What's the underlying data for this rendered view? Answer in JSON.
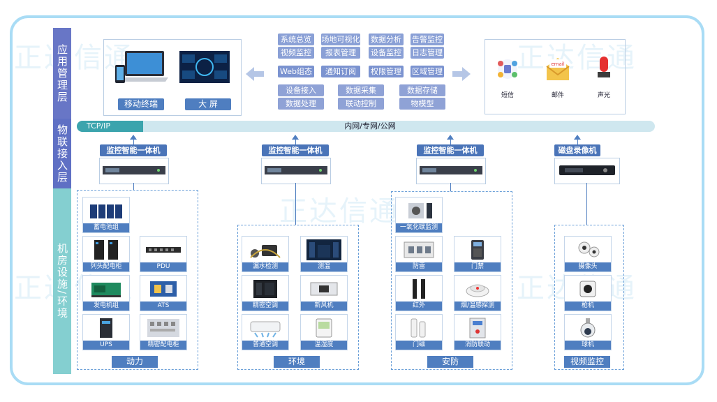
{
  "watermark": "正达信通",
  "layers": {
    "app": "应用管理层",
    "iot": "物联接入层",
    "room": "机房设施/环境"
  },
  "app_terminals": {
    "mobile": "移动终端",
    "screen": "大 屏"
  },
  "functions": {
    "row1": [
      "系统总览",
      "场地可视化",
      "数据分析",
      "告警监控"
    ],
    "row2": [
      "视频监控",
      "报表管理",
      "设备监控",
      "日志管理"
    ],
    "row3": [
      "Web组态",
      "通知订阅",
      "权限管理",
      "区域管理"
    ],
    "row4": [
      "设备接入",
      "数据采集",
      "数据存储"
    ],
    "row5": [
      "数据处理",
      "联动控制",
      "物模型"
    ]
  },
  "alerts": [
    "短信",
    "邮件",
    "声光"
  ],
  "email_icon_text": "email",
  "network": {
    "protocol": "TCP/IP",
    "label": "内网/专网/公网"
  },
  "hosts": [
    "监控智能一体机",
    "监控智能一体机",
    "监控智能一体机",
    "磁盘录像机"
  ],
  "groups": {
    "power": {
      "title": "动力",
      "items": [
        "蓄电池组",
        "列头配电柜",
        "PDU",
        "发电机组",
        "ATS",
        "UPS",
        "精密配电柜"
      ]
    },
    "env": {
      "title": "环境",
      "items": [
        "漏水检测",
        "测温",
        "精密空调",
        "新风机",
        "普通空调",
        "温湿度"
      ]
    },
    "security": {
      "title": "安防",
      "items": [
        "一氧化碳监测",
        "防雷",
        "门禁",
        "红外",
        "烟/温感探测",
        "门磁",
        "消防联动"
      ]
    },
    "video": {
      "title": "视频监控",
      "items": [
        "摄像头",
        "枪机",
        "球机"
      ]
    }
  },
  "colors": {
    "layer_app": "#6876c6",
    "layer_iot": "#5f70c4",
    "layer_room": "#84cfd0",
    "accent": "#4f7ec0",
    "tcp": "#3ba4ad"
  }
}
